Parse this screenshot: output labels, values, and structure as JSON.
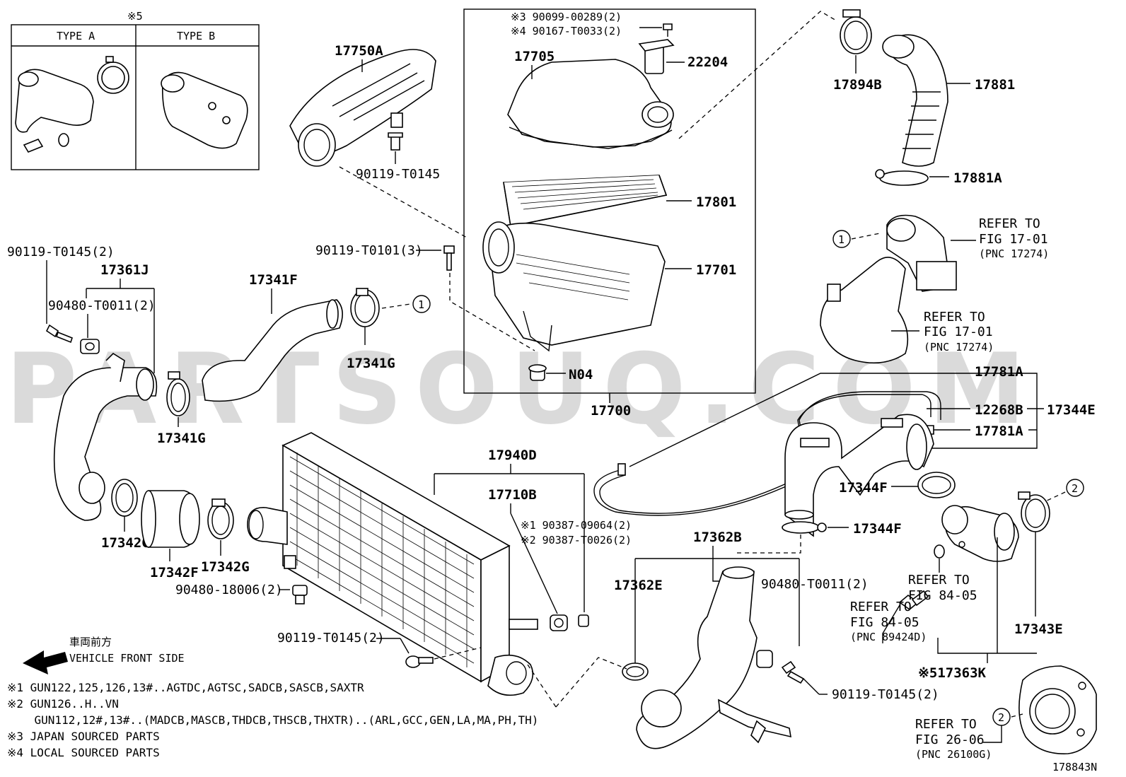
{
  "watermark": "PARTSOUQ.COM",
  "inset": {
    "note_mark": "※5",
    "type_a": "TYPE A",
    "type_b": "TYPE B"
  },
  "box_label": "17700",
  "labels": {
    "p17750A": "17750A",
    "p17705": "17705",
    "p22204": "22204",
    "p17894B": "17894B",
    "p17881": "17881",
    "p17881A": "17881A",
    "p17801": "17801",
    "p17701": "17701",
    "pN04": "N04",
    "p90119_T0145_top": "90119-T0145",
    "p90119_T0101": "90119-T0101(3)",
    "p90119_T0145_2_left": "90119-T0145(2)",
    "p17361J": "17361J",
    "p90480_T0011_left": "90480-T0011(2)",
    "p17341F": "17341F",
    "p17341G_a": "17341G",
    "p17341G_b": "17341G",
    "p17342G_a": "17342G",
    "p17342F": "17342F",
    "p17342G_b": "17342G",
    "p90480_18006": "90480-18006(2)",
    "p17940D": "17940D",
    "p17710B": "17710B",
    "p90387_09064": "※1 90387-09064(2)",
    "p90387_T0026": "※2 90387-T0026(2)",
    "p90119_T0145_mid": "90119-T0145(2)",
    "p90099": "※3 90099-00289(2)",
    "p90167": "※4 90167-T0033(2)",
    "p17781A_a": "17781A",
    "p12268B": "12268B",
    "p17344E": "17344E",
    "p17781A_b": "17781A",
    "p17344F_a": "17344F",
    "p17344F_b": "17344F",
    "p17362B": "17362B",
    "p17362E": "17362E",
    "p90480_T0011_right": "90480-T0011(2)",
    "p90119_T0145_bottom": "90119-T0145(2)",
    "p17343E": "17343E",
    "p17363K": "※517363K",
    "callout1": "1",
    "callout2": "2"
  },
  "refs": {
    "r1_line1": "REFER TO",
    "r1_line2": "FIG 17-01",
    "r1_line3": "(PNC 17274)",
    "r2_line1": "REFER TO",
    "r2_line2": "FIG 17-01",
    "r2_line3": "(PNC 17274)",
    "r3_line1": "REFER TO",
    "r3_line2": "FIG 84-05",
    "r4_line1": "REFER TO",
    "r4_line2": "FIG 84-05",
    "r4_line3": "(PNC 89424D)",
    "r5_line1": "REFER TO",
    "r5_line2": "FIG 26-06",
    "r5_line3": "(PNC 26100G)"
  },
  "front": {
    "jp": "車両前方",
    "en": "VEHICLE FRONT SIDE"
  },
  "notes": [
    "※1 GUN122,125,126,13#..AGTDC,AGTSC,SADCB,SASCB,SAXTR",
    "※2 GUN126..H..VN",
    "    GUN112,12#,13#..(MADCB,MASCB,THDCB,THSCB,THXTR)..(ARL,GCC,GEN,LA,MA,PH,TH)",
    "※3 JAPAN SOURCED PARTS",
    "※4 LOCAL SOURCED PARTS"
  ],
  "figure_id": "178843N"
}
